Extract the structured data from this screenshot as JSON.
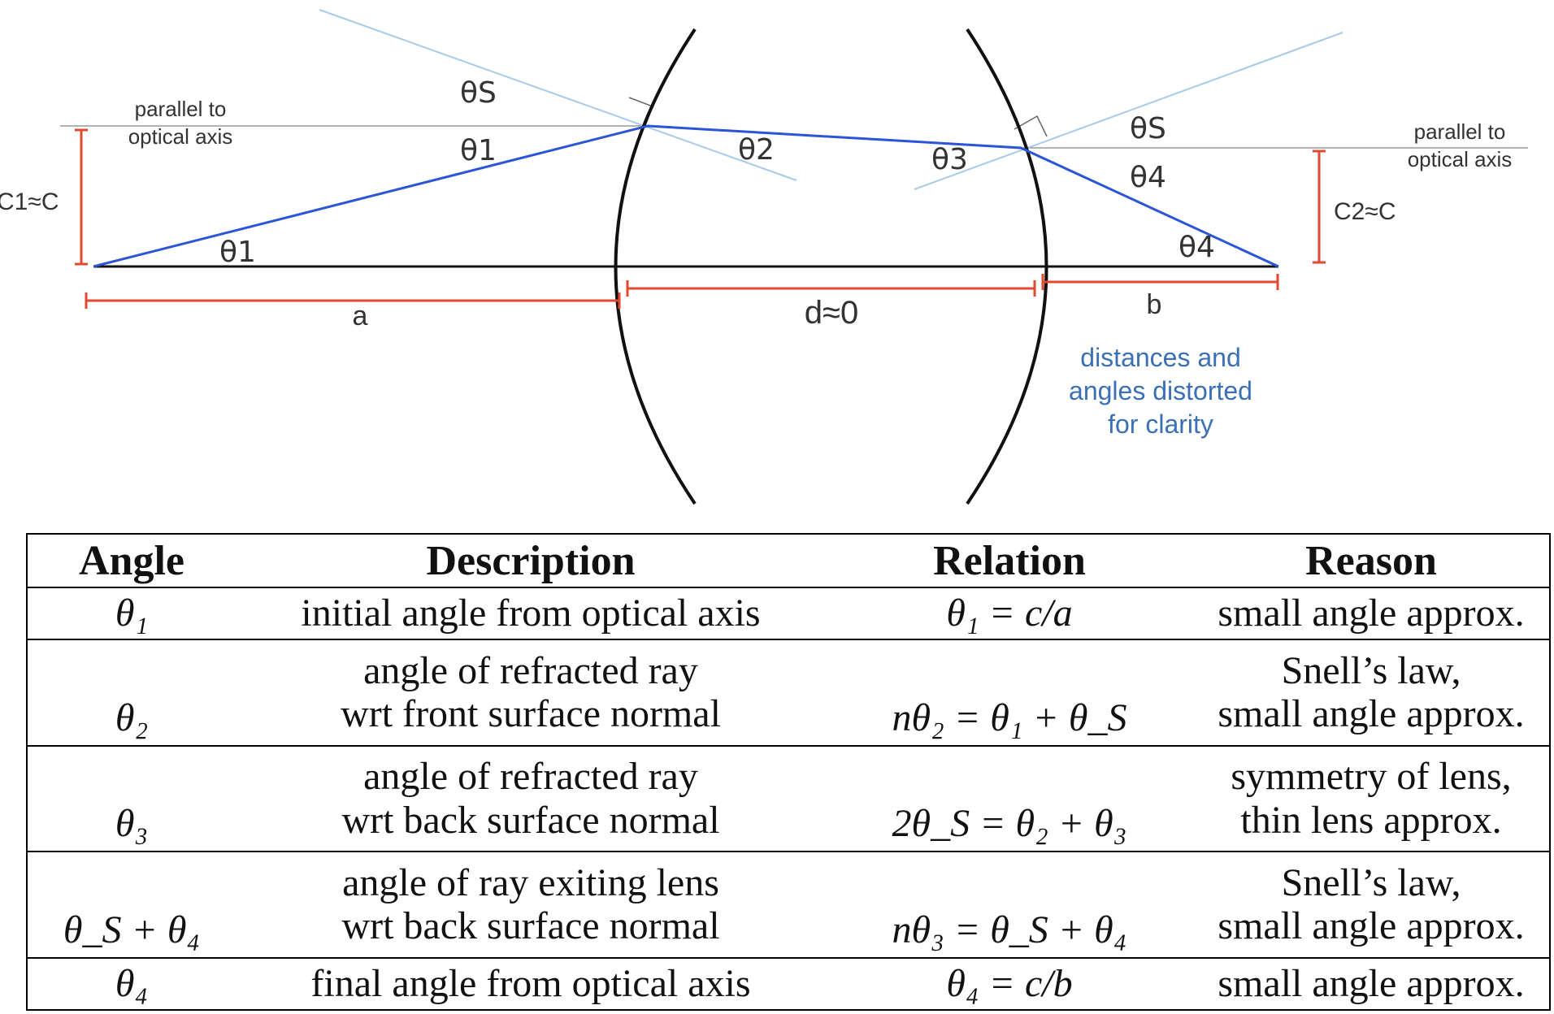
{
  "diagram": {
    "left_parallel_label": [
      "parallel to",
      "optical axis"
    ],
    "right_parallel_label": [
      "parallel to",
      "optical axis"
    ],
    "theta_s_left": "θS",
    "theta_s_right": "θS",
    "theta1_upper": "θ1",
    "theta1_lower": "θ1",
    "theta2": "θ2",
    "theta3": "θ3",
    "theta4_upper": "θ4",
    "theta4_lower": "θ4",
    "c1_label": "C1≈C",
    "c2_label": "C2≈C",
    "dist_a": "a",
    "dist_d": "d≈0",
    "dist_b": "b",
    "note": [
      "distances and",
      "angles distorted",
      "for clarity"
    ],
    "colors": {
      "ray": "#2a55d8",
      "normal": "#a9cbe8",
      "dimension": "#e04a30",
      "lens": "#111111",
      "axis_line": "#888888",
      "note": "#3b6fb6"
    }
  },
  "table": {
    "headers": [
      "Angle",
      "Description",
      "Relation",
      "Reason"
    ],
    "rows": [
      {
        "angle": "θ₁",
        "description": "initial angle from optical axis",
        "relation": "θ₁ = c/a",
        "reason": "small angle approx."
      },
      {
        "angle": "θ₂",
        "description": "angle of refracted ray\nwrt front surface normal",
        "relation": "nθ₂ = θ₁ + θ_S",
        "reason": "Snell’s law,\nsmall angle approx."
      },
      {
        "angle": "θ₃",
        "description": "angle of refracted ray\nwrt back surface normal",
        "relation": "2θ_S = θ₂ + θ₃",
        "reason": "symmetry of lens,\nthin lens approx."
      },
      {
        "angle": "θ_S + θ₄",
        "description": "angle of ray exiting lens\nwrt back surface normal",
        "relation": "nθ₃ = θ_S + θ₄",
        "reason": "Snell’s law,\nsmall angle approx."
      },
      {
        "angle": "θ₄",
        "description": "final angle from optical axis",
        "relation": "θ₄ = c/b",
        "reason": "small angle approx."
      }
    ]
  }
}
